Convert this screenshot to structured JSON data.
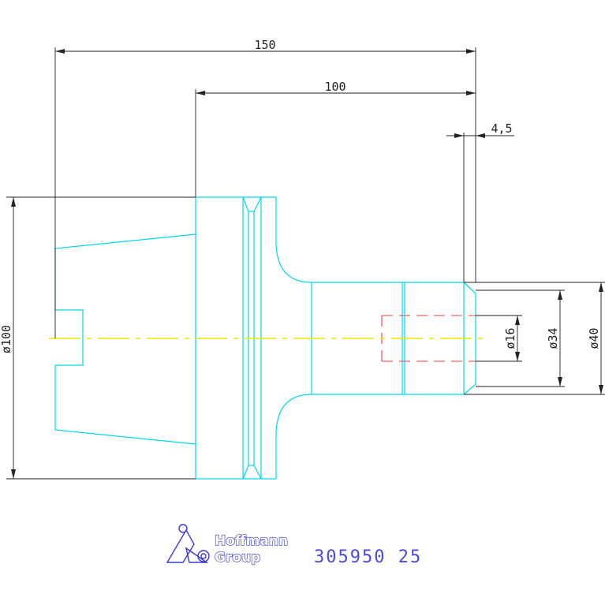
{
  "dimensions": {
    "overall_length": "150",
    "shank_length": "100",
    "end_offset": "4,5",
    "flange_diameter": "ø100",
    "bore_diameter": "ø16",
    "neck_diameter": "ø34",
    "shank_diameter": "ø40"
  },
  "brand": {
    "line1": "Hoffmann",
    "line2": "Group"
  },
  "article_number": "305950 25",
  "colors": {
    "outline": "#00d8e8",
    "centerline": "#e8e800",
    "hidden": "#e84040",
    "dimension": "#222222",
    "brand": "#3a3ad0"
  }
}
